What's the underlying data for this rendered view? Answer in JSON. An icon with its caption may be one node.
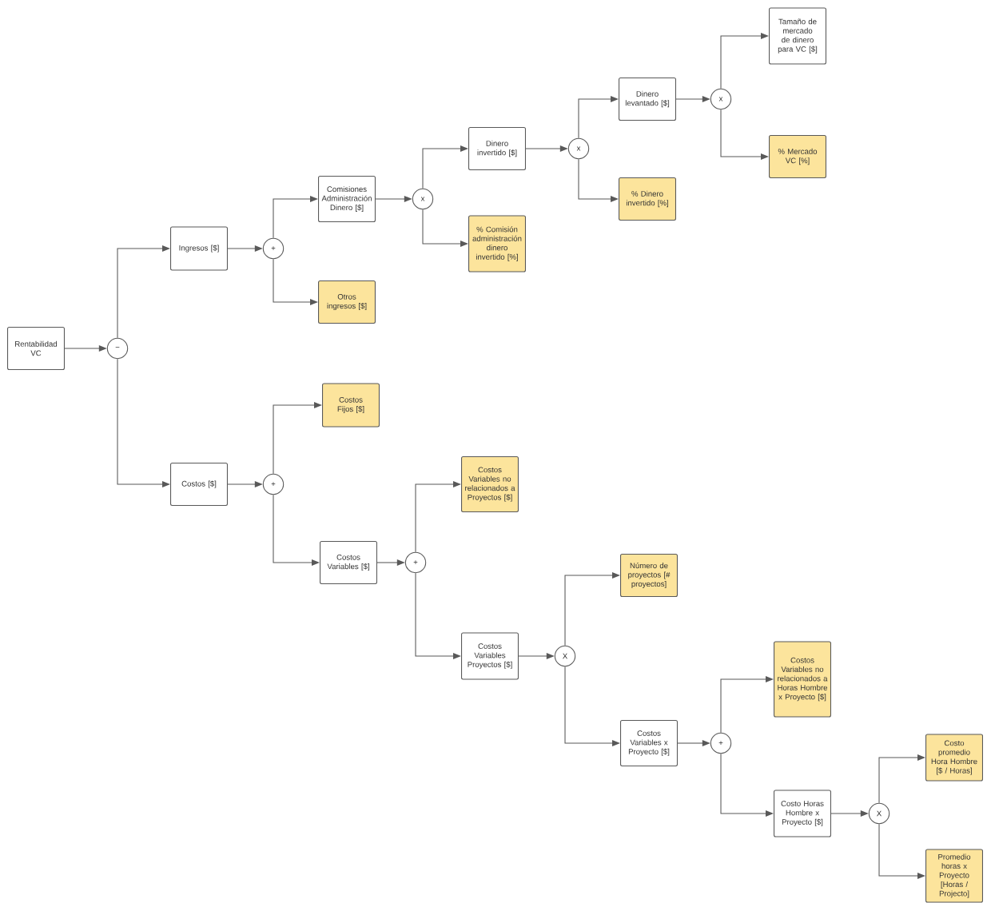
{
  "diagram": {
    "nodes": [
      {
        "text": [
          "Rentabilidad VC"
        ]
      },
      {
        "text": [
          "−"
        ]
      },
      {
        "text": [
          "Ingresos [$]"
        ]
      },
      {
        "text": [
          "Costos [$]"
        ]
      },
      {
        "text": [
          "+"
        ]
      },
      {
        "text": [
          "Comisiones Administración Dinero [$]"
        ]
      },
      {
        "text": [
          "Otros ingresos [$]"
        ]
      },
      {
        "text": [
          "x"
        ]
      },
      {
        "text": [
          "Dinero invertido [$]"
        ]
      },
      {
        "text": [
          "% Comisión administración dinero invertido [%]"
        ]
      },
      {
        "text": [
          "x"
        ]
      },
      {
        "text": [
          "Dinero levantado [$]"
        ]
      },
      {
        "text": [
          "% Dinero invertido [%]"
        ]
      },
      {
        "text": [
          "x"
        ]
      },
      {
        "text": [
          "Tamaño de mercado de dinero para VC [$]"
        ]
      },
      {
        "text": [
          "% Mercado VC [%]"
        ]
      },
      {
        "text": [
          "+"
        ]
      },
      {
        "text": [
          "Costos Fijos [$]"
        ]
      },
      {
        "text": [
          "Costos Variables [$]"
        ]
      },
      {
        "text": [
          "+"
        ]
      },
      {
        "text": [
          "Costos Variables no relacionados a Proyectos [$]"
        ]
      },
      {
        "text": [
          "Costos Variables Proyectos [$]"
        ]
      },
      {
        "text": [
          "X"
        ]
      },
      {
        "text": [
          "Número de proyectos [# proyectos]"
        ]
      },
      {
        "text": [
          "Costos Variables x Proyecto [$]"
        ]
      },
      {
        "text": [
          "+"
        ]
      },
      {
        "text": [
          "Costos Variables no relacionados a Horas Hombre x Proyecto [$]"
        ]
      },
      {
        "text": [
          "Costo Horas Hombre x Proyecto [$]"
        ]
      },
      {
        "text": [
          "X"
        ]
      },
      {
        "text": [
          "Costo promedio Hora Hombre [$ / Horas]"
        ]
      },
      {
        "text": [
          "Promedio horas x Proyecto [Horas / Projecto]"
        ]
      }
    ],
    "edges": [
      {
        "from": 0,
        "to": 1,
        "arrow": "to"
      },
      {
        "from": 1,
        "to": 2,
        "arrow": "to"
      },
      {
        "from": 1,
        "to": 3,
        "arrow": "to"
      },
      {
        "from": 2,
        "to": 4,
        "arrow": "to"
      },
      {
        "from": 4,
        "to": 5,
        "arrow": "to"
      },
      {
        "from": 4,
        "to": 6,
        "arrow": "to"
      },
      {
        "from": 5,
        "to": 7,
        "arrow": "to"
      },
      {
        "from": 7,
        "to": 8,
        "arrow": "to"
      },
      {
        "from": 7,
        "to": 9,
        "arrow": "to"
      },
      {
        "from": 8,
        "to": 10,
        "arrow": "to"
      },
      {
        "from": 10,
        "to": 11,
        "arrow": "to"
      },
      {
        "from": 10,
        "to": 12,
        "arrow": "to"
      },
      {
        "from": 11,
        "to": 13,
        "arrow": "to"
      },
      {
        "from": 13,
        "to": 14,
        "arrow": "to"
      },
      {
        "from": 13,
        "to": 15,
        "arrow": "to"
      },
      {
        "from": 3,
        "to": 16,
        "arrow": "to"
      },
      {
        "from": 16,
        "to": 17,
        "arrow": "to"
      },
      {
        "from": 16,
        "to": 18,
        "arrow": "to"
      },
      {
        "from": 18,
        "to": 19,
        "arrow": "to"
      },
      {
        "from": 19,
        "to": 20,
        "arrow": "to"
      },
      {
        "from": 19,
        "to": 21,
        "arrow": "to"
      },
      {
        "from": 21,
        "to": 22,
        "arrow": "to"
      },
      {
        "from": 22,
        "to": 23,
        "arrow": "to"
      },
      {
        "from": 22,
        "to": 24,
        "arrow": "to"
      },
      {
        "from": 24,
        "to": 25,
        "arrow": "to"
      },
      {
        "from": 25,
        "to": 26,
        "arrow": "to"
      },
      {
        "from": 25,
        "to": 27,
        "arrow": "to"
      },
      {
        "from": 27,
        "to": 28,
        "arrow": "to"
      },
      {
        "from": 28,
        "to": 29,
        "arrow": "to"
      },
      {
        "from": 28,
        "to": 30,
        "arrow": "to"
      }
    ]
  }
}
